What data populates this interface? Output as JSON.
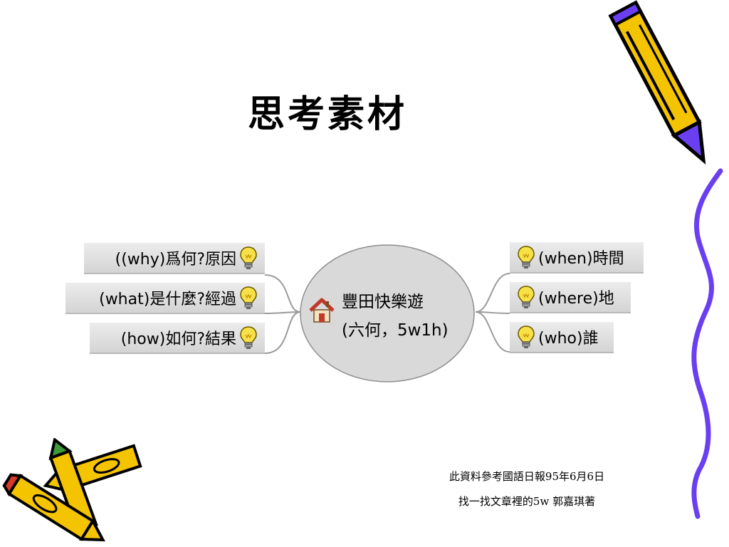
{
  "slide": {
    "title": "思考素材",
    "center_node": {
      "line1": "豐田快樂遊",
      "line2": "(六何，5w1h)",
      "icon": "house-icon"
    },
    "left_nodes": [
      {
        "label": "((why)爲何?原因",
        "icon": "lightbulb-icon"
      },
      {
        "label": "(what)是什麼?經過",
        "icon": "lightbulb-icon"
      },
      {
        "label": "(how)如何?結果",
        "icon": "lightbulb-icon"
      }
    ],
    "right_nodes": [
      {
        "label": "(when)時間",
        "icon": "lightbulb-icon"
      },
      {
        "label": "(where)地",
        "icon": "lightbulb-icon"
      },
      {
        "label": "(who)誰",
        "icon": "lightbulb-icon"
      }
    ],
    "credits": {
      "line1": "此資料參考國語日報95年6月6日",
      "line2": "找一找文章裡的5w 郭嘉琪著"
    }
  },
  "colors": {
    "ellipse_fill": "#d9d9d9",
    "node_fill": "#e0e0e0",
    "connector": "#9a9a9a",
    "pencil_body": "#f5c400",
    "pencil_outline": "#000000",
    "squiggle": "#6a3ff2",
    "house_roof": "#c0392b"
  }
}
